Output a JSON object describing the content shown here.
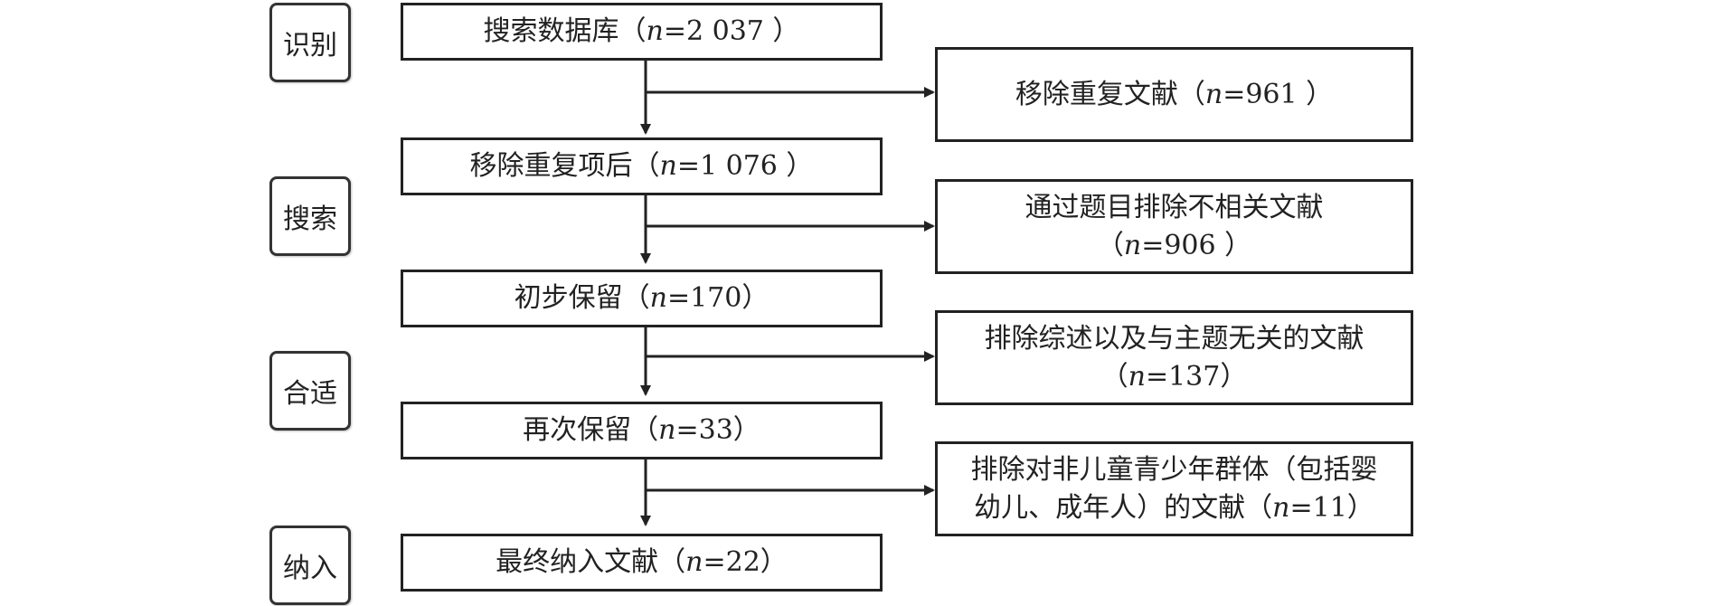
{
  "stages": [
    "识别",
    "搜索",
    "合适",
    "纳入"
  ],
  "main_steps": [
    {
      "label": "搜索数据库（",
      "n": "n",
      "eq": "=2 037 ）"
    },
    {
      "label": "移除重复项后（",
      "n": "n",
      "eq": "=1 076 ）"
    },
    {
      "label": "初步保留（",
      "n": "n",
      "eq": "=170）"
    },
    {
      "label": "再次保留（",
      "n": "n",
      "eq": "=33）"
    },
    {
      "label": "最终纳入文献（",
      "n": "n",
      "eq": "=22）"
    }
  ],
  "exclusions": [
    {
      "line1": "",
      "label": "移除重复文献（",
      "n": "n",
      "eq": "=961 ）"
    },
    {
      "line1": "通过题目排除不相关文献",
      "label": "（",
      "n": "n",
      "eq": "=906 ）"
    },
    {
      "line1": "排除综述以及与主题无关的文献",
      "label": "（",
      "n": "n",
      "eq": "=137）"
    },
    {
      "line1": "排除对非儿童青少年群体（包括婴",
      "label": "幼儿、成年人）的文献（",
      "n": "n",
      "eq": "=11）"
    }
  ],
  "colors": {
    "line": "#222222",
    "stage_border": "#333333"
  }
}
